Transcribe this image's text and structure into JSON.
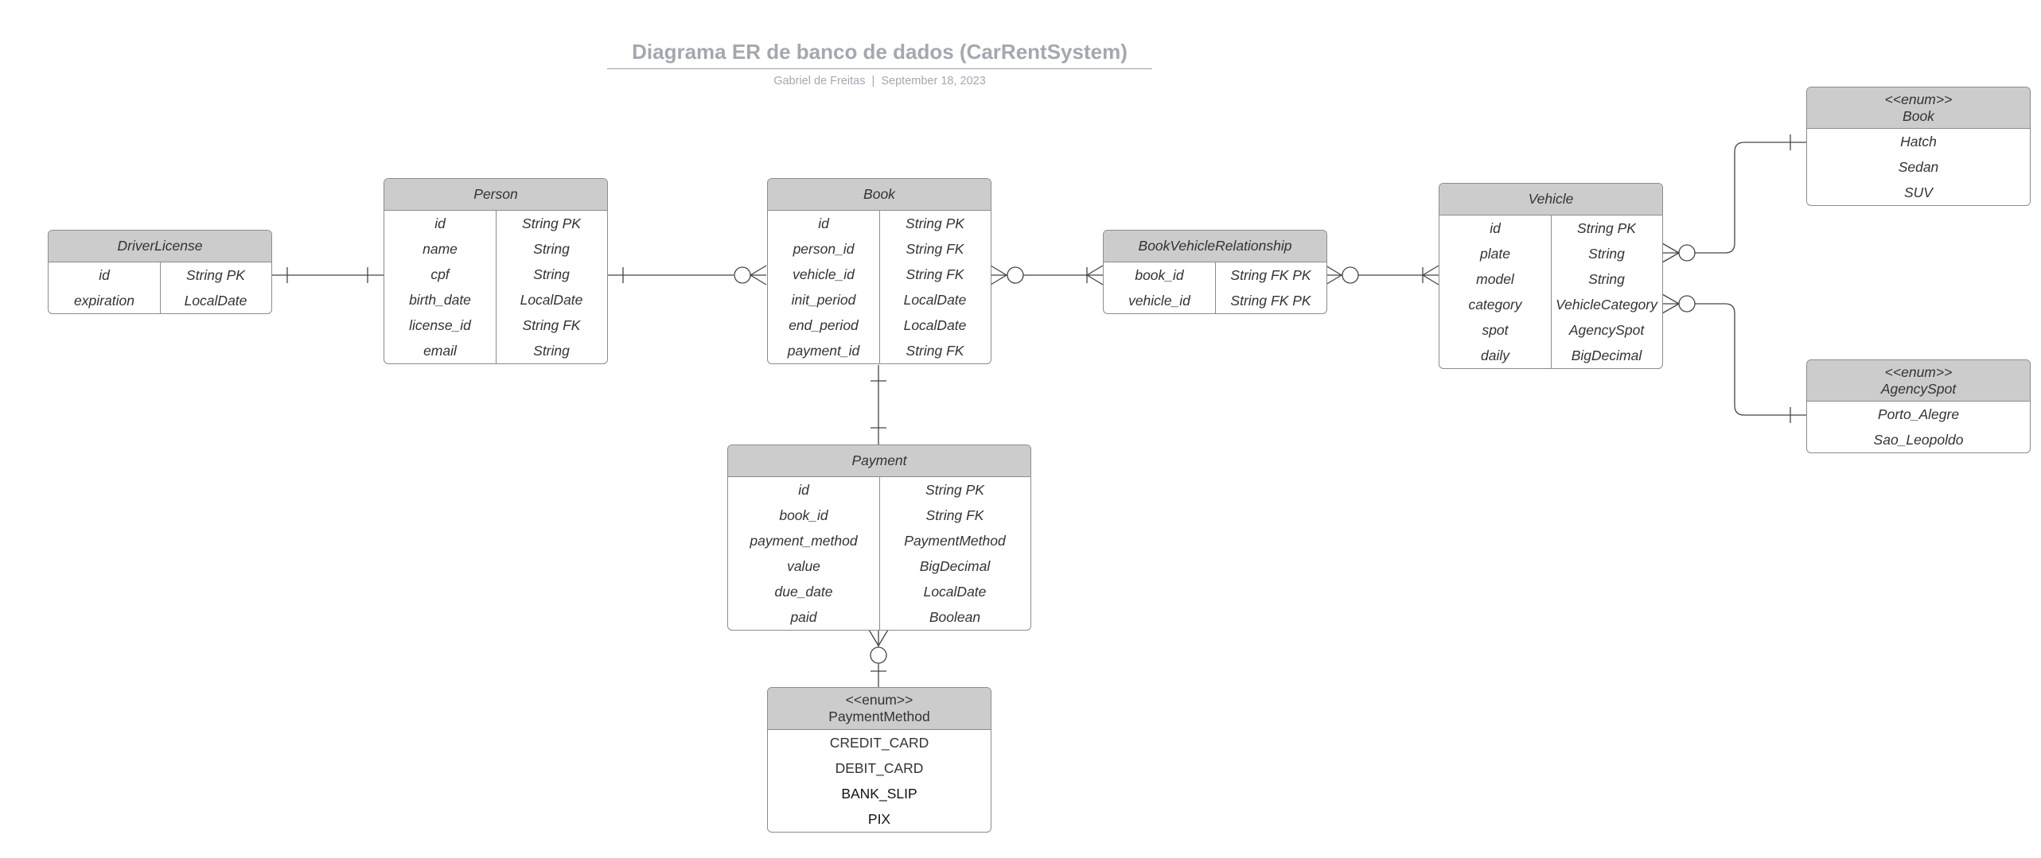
{
  "header": {
    "title": "Diagrama ER de banco de dados (CarRentSystem)",
    "author": "Gabriel de Freitas",
    "separator": "|",
    "date": "September 18, 2023"
  },
  "entities": {
    "driver_license": {
      "name": "DriverLicense",
      "rows": [
        [
          "id",
          "String PK"
        ],
        [
          "expiration",
          "LocalDate"
        ]
      ]
    },
    "person": {
      "name": "Person",
      "rows": [
        [
          "id",
          "String PK"
        ],
        [
          "name",
          "String"
        ],
        [
          "cpf",
          "String"
        ],
        [
          "birth_date",
          "LocalDate"
        ],
        [
          "license_id",
          "String FK"
        ],
        [
          "email",
          "String"
        ]
      ]
    },
    "book": {
      "name": "Book",
      "rows": [
        [
          "id",
          "String PK"
        ],
        [
          "person_id",
          "String FK"
        ],
        [
          "vehicle_id",
          "String FK"
        ],
        [
          "init_period",
          "LocalDate"
        ],
        [
          "end_period",
          "LocalDate"
        ],
        [
          "payment_id",
          "String FK"
        ]
      ]
    },
    "book_vehicle_relationship": {
      "name": "BookVehicleRelationship",
      "rows": [
        [
          "book_id",
          "String FK PK"
        ],
        [
          "vehicle_id",
          "String FK PK"
        ]
      ]
    },
    "vehicle": {
      "name": "Vehicle",
      "rows": [
        [
          "id",
          "String PK"
        ],
        [
          "plate",
          "String"
        ],
        [
          "model",
          "String"
        ],
        [
          "category",
          "VehicleCategory"
        ],
        [
          "spot",
          "AgencySpot"
        ],
        [
          "daily",
          "BigDecimal"
        ]
      ]
    },
    "payment": {
      "name": "Payment",
      "rows": [
        [
          "id",
          "String PK"
        ],
        [
          "book_id",
          "String FK"
        ],
        [
          "payment_method",
          "PaymentMethod"
        ],
        [
          "value",
          "BigDecimal"
        ],
        [
          "due_date",
          "LocalDate"
        ],
        [
          "paid",
          "Boolean"
        ]
      ]
    },
    "enum_book": {
      "stereotype": "<<enum>>",
      "name": "Book",
      "values": [
        "Hatch",
        "Sedan",
        "SUV"
      ]
    },
    "enum_agency_spot": {
      "stereotype": "<<enum>>",
      "name": "AgencySpot",
      "values": [
        "Porto_Alegre",
        "Sao_Leopoldo"
      ]
    },
    "enum_payment_method": {
      "stereotype": "<<enum>>",
      "name": "PaymentMethod",
      "values": [
        "CREDIT_CARD",
        "DEBIT_CARD",
        "BANK_SLIP",
        "PIX"
      ]
    }
  }
}
